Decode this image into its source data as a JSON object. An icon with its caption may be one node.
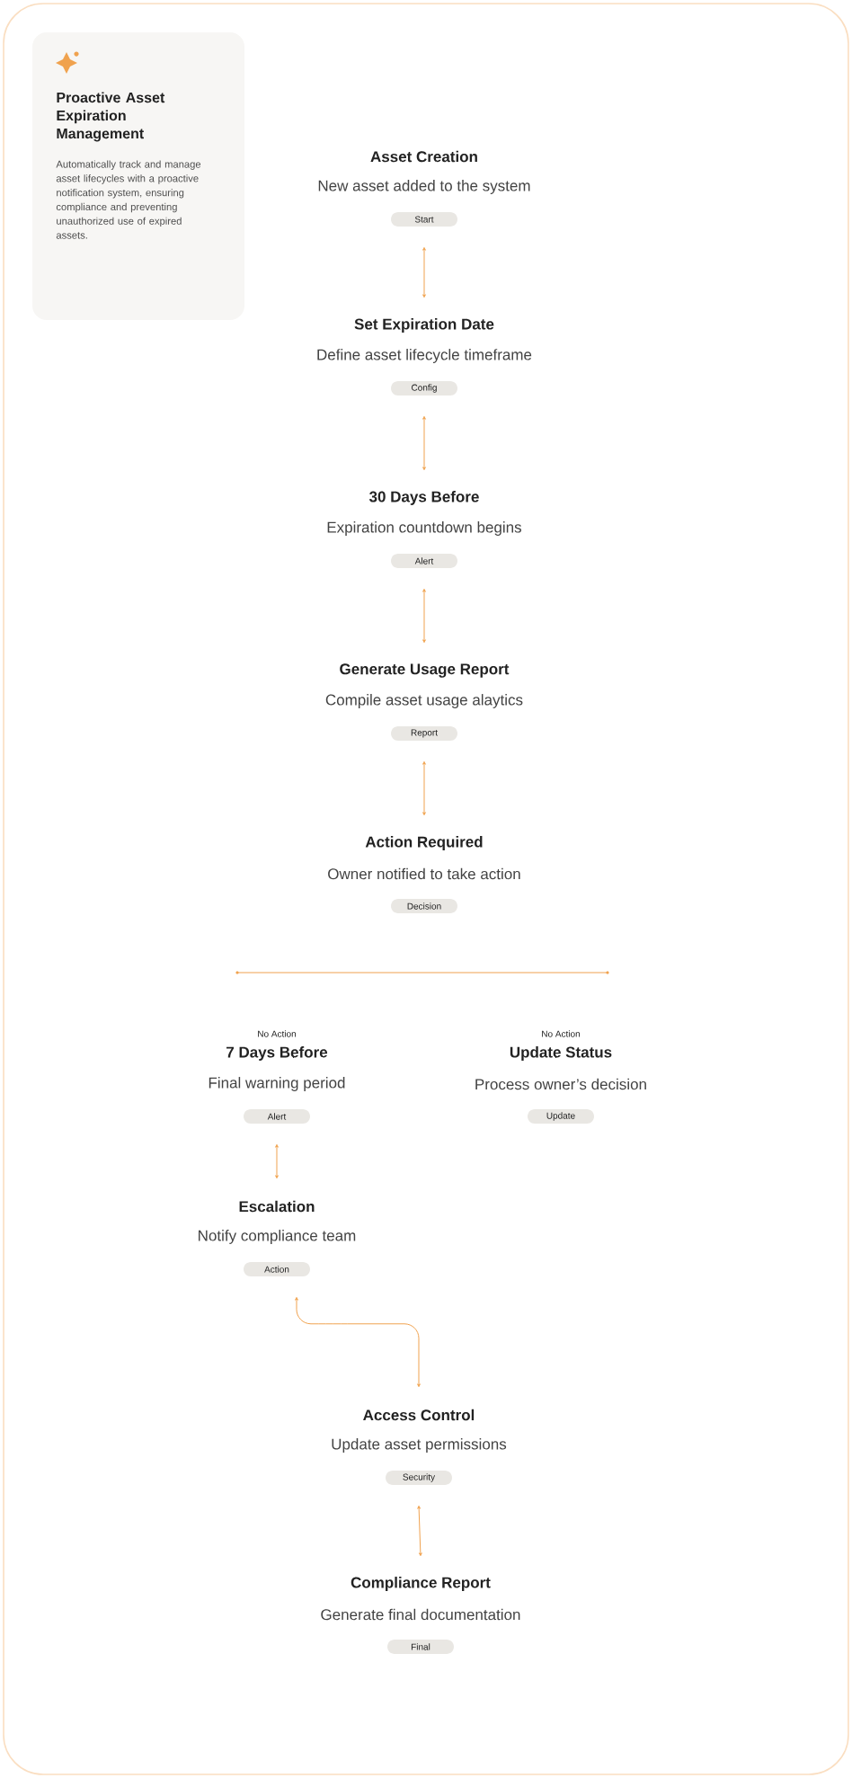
{
  "diagram": {
    "nodes": [
      {
        "text": [
          "Proactive Asset Expiration Management",
          "Automatically track and manage asset lifecycles with a proactive notification system, ensuring compliance and preventing unauthorized use of expired assets."
        ]
      },
      {
        "text": [
          "Asset Creation",
          "New asset added to the system",
          "Start"
        ]
      },
      {
        "text": [
          "Set Expiration Date",
          "Define asset lifecycle timeframe",
          "Config"
        ]
      },
      {
        "text": [
          "30 Days Before",
          "Expiration countdown begins",
          "Alert"
        ]
      },
      {
        "text": [
          "Generate Usage Report",
          "Compile asset usage alaytics",
          "Report"
        ]
      },
      {
        "text": [
          "Action Required",
          "Owner notified to take action",
          "Decision"
        ]
      },
      {
        "text": [
          "7 Days Before",
          "Final warning period",
          "Alert"
        ]
      },
      {
        "text": [
          "Update Status",
          "Process owner’s decision",
          "Update"
        ]
      },
      {
        "text": [
          "Escalation",
          "Notify compliance team",
          "Action"
        ]
      },
      {
        "text": [
          "Access Control",
          "Update asset permissions",
          "Security"
        ]
      },
      {
        "text": [
          "Compliance Report",
          "Generate final documentation",
          "Final"
        ]
      }
    ],
    "edges": [
      {
        "from": 1,
        "to": 2,
        "arrow": "both"
      },
      {
        "from": 2,
        "to": 3,
        "arrow": "both"
      },
      {
        "from": 3,
        "to": 4,
        "arrow": "both"
      },
      {
        "from": 4,
        "to": 5,
        "arrow": "both"
      },
      {
        "from": 6,
        "to": 8,
        "arrow": "both"
      },
      {
        "from": 8,
        "to": 9,
        "arrow": "both"
      },
      {
        "from": 9,
        "to": 10,
        "arrow": "both"
      }
    ],
    "labels": [
      "No Action",
      "No Action"
    ]
  }
}
